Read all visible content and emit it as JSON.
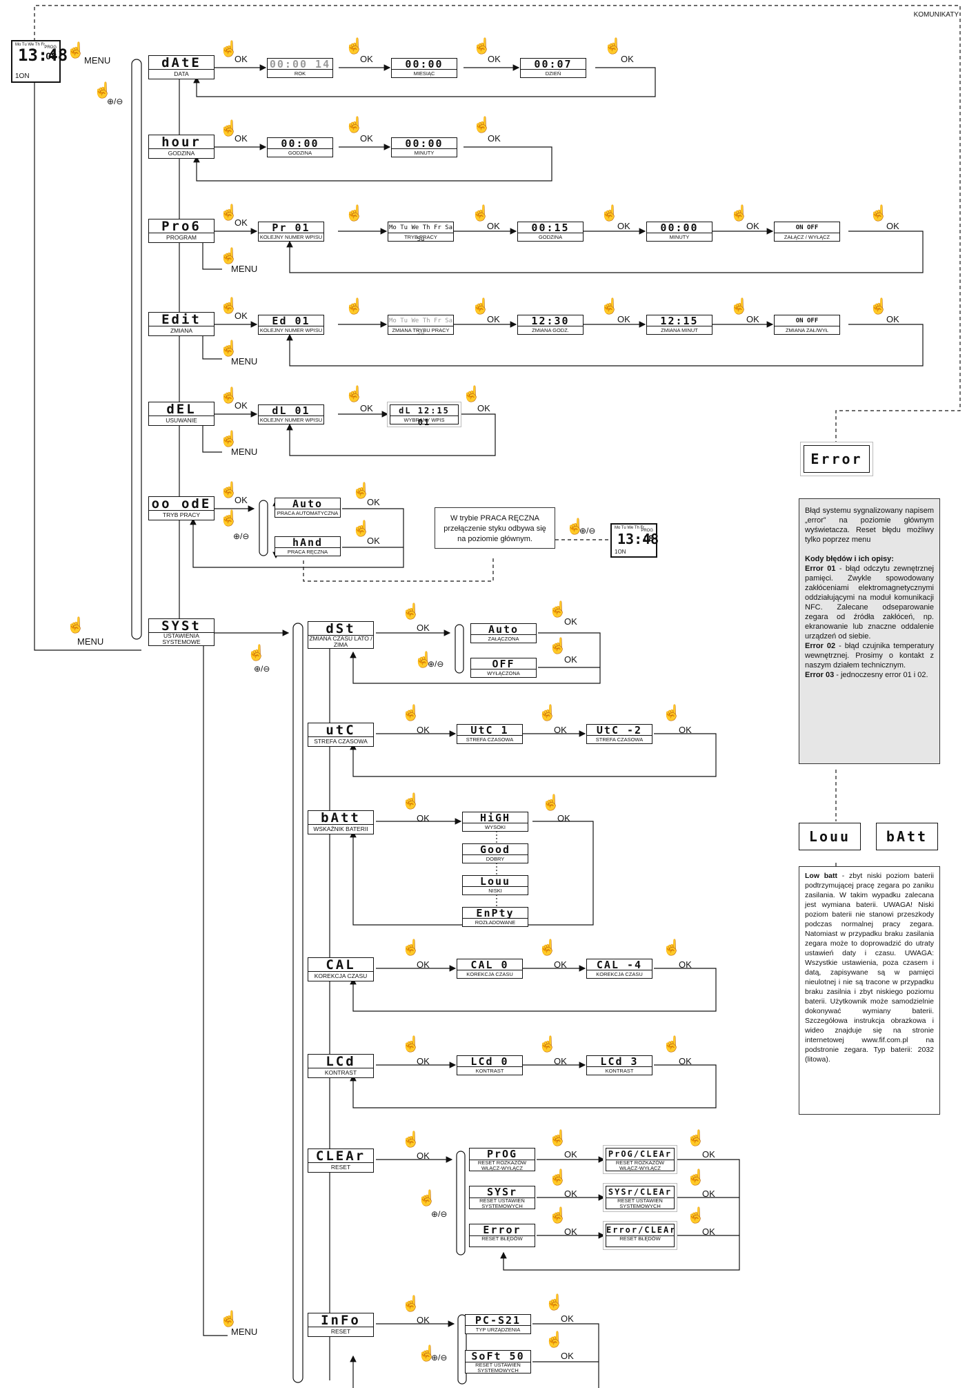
{
  "corner_label": "KOMUNIKATY",
  "clock": {
    "days": "Mo Tu We Th Fr",
    "time": "13:48",
    "prog": "PROG",
    "num": "08",
    "foot": "1ON"
  },
  "labels": {
    "menu": "MENU",
    "ok": "OK",
    "plusminus": "⊕/⊖"
  },
  "menus": {
    "date": {
      "seg": "dAtE",
      "sub": "DATA"
    },
    "hour": {
      "seg": "hour",
      "sub": "GODZINA"
    },
    "prog": {
      "seg": "Pro6",
      "sub": "PROGRAM"
    },
    "edit": {
      "seg": "Edit",
      "sub": "ZMIANA"
    },
    "del": {
      "seg": "dEL",
      "sub": "USUWANIE"
    },
    "mode": {
      "seg": "oo odE",
      "sub": "TRYB PRACY"
    },
    "syst": {
      "seg": "SYSt",
      "sub": "USTAWIENIA SYSTEMOWE"
    }
  },
  "rows": {
    "date": [
      {
        "seg": "00:00 14",
        "sub": "ROK"
      },
      {
        "seg": "00:00",
        "sub": "MIESIĄC"
      },
      {
        "seg": "00:07",
        "sub": "DZIEŃ"
      }
    ],
    "hour": [
      {
        "seg": "00:00",
        "sub": "GODZINA"
      },
      {
        "seg": "00:00",
        "sub": "MINUTY"
      }
    ],
    "prog": [
      {
        "seg": "Pr 01",
        "sub": "KOLEJNY NUMER WPISU"
      },
      {
        "seg": "Mo Tu We Th Fr Sa Su",
        "sub": "TRYB PRACY"
      },
      {
        "seg": "00:15",
        "sub": "GODZINA"
      },
      {
        "seg": "00:00",
        "sub": "MINUTY"
      },
      {
        "seg": "ON OFF",
        "sub": "ZAŁĄCZ / WYŁĄCZ"
      }
    ],
    "edit": [
      {
        "seg": "Ed 01",
        "sub": "KOLEJNY NUMER WPISU"
      },
      {
        "seg": "Mo Tu We Th Fr Sa Su",
        "sub": "ZMIANA TRYBU PRACY"
      },
      {
        "seg": "12:30",
        "sub": "ZMIANA GODZ."
      },
      {
        "seg": "12:15",
        "sub": "ZMIANA MINUT"
      },
      {
        "seg": "ON OFF",
        "sub": "ZMIANA ZAŁ/WYŁ"
      }
    ],
    "del": [
      {
        "seg": "dL 01",
        "sub": "KOLEJNY NUMER WPISU"
      },
      {
        "seg": "dL 12:15 01",
        "sub": "WYBRANY WPIS"
      }
    ],
    "mode": [
      {
        "seg": "Auto",
        "sub": "PRACA AUTOMATYCZNA"
      },
      {
        "seg": "hAnd",
        "sub": "PRACA RĘCZNA"
      }
    ]
  },
  "manual_note": "W trybie PRACA RĘCZNA przełączenie styku odbywa się na poziomie głównym.",
  "sys_menus": {
    "dst": {
      "seg": "dSt",
      "sub": "ZMIANA CZASU LATO / ZIMA"
    },
    "utc": {
      "seg": "utC",
      "sub": "STREFA CZASOWA"
    },
    "batt": {
      "seg": "bAtt",
      "sub": "WSKAŹNIK BATERII"
    },
    "cal": {
      "seg": "CAL",
      "sub": "KOREKCJA CZASU"
    },
    "lcd": {
      "seg": "LCd",
      "sub": "KONTRAST"
    },
    "clear": {
      "seg": "CLEAr",
      "sub": "RESET"
    },
    "info": {
      "seg": "InFo",
      "sub": "RESET"
    }
  },
  "sys_rows": {
    "dst": [
      {
        "seg": "Auto",
        "sub": "ZAŁĄCZONA"
      },
      {
        "seg": "OFF",
        "sub": "WYŁĄCZONA"
      }
    ],
    "utc": [
      {
        "seg": "UtC 1",
        "sub": "STREFA CZASOWA"
      },
      {
        "seg": "UtC -2",
        "sub": "STREFA CZASOWA"
      }
    ],
    "batt": [
      {
        "seg": "HiGH",
        "sub": "WYSOKI"
      },
      {
        "seg": "Good",
        "sub": "DOBRY"
      },
      {
        "seg": "Louu",
        "sub": "NISKI"
      },
      {
        "seg": "EnPty",
        "sub": "ROZŁADOWANE"
      }
    ],
    "cal": [
      {
        "seg": "CAL 0",
        "sub": "KOREKCJA CZASU"
      },
      {
        "seg": "CAL -4",
        "sub": "KOREKCJA CZASU"
      }
    ],
    "lcd": [
      {
        "seg": "LCd 0",
        "sub": "KONTRAST"
      },
      {
        "seg": "LCd 3",
        "sub": "KONTRAST"
      }
    ],
    "clear": [
      {
        "seg": "PrOG",
        "sub": "RESET ROZKAZÓW WŁĄCZ-WYŁĄCZ"
      },
      {
        "seg": "SYSr",
        "sub": "RESET USTAWIEŃ SYSTEMOWYCH"
      },
      {
        "seg": "Error",
        "sub": "RESET BŁĘDÓW"
      }
    ],
    "clear_confirm": [
      {
        "seg": "PrOG/CLEAr",
        "sub": "RESET ROZKAZÓW WŁĄCZ-WYŁĄCZ"
      },
      {
        "seg": "SYSr/CLEAr",
        "sub": "RESET USTAWIEŃ SYSTEMOWYCH"
      },
      {
        "seg": "Error/CLEAr",
        "sub": "RESET BŁĘDÓW"
      }
    ],
    "info": [
      {
        "seg": "PC-S21",
        "sub": "TYP URZĄDZENIA"
      },
      {
        "seg": "SoFt 50",
        "sub": "RESET USTAWIEŃ SYSTEMOWYCH"
      }
    ]
  },
  "error_display": "Error",
  "error_text": {
    "intro": "Błąd systemu sygnalizowany napisem „error” na poziomie głównym wyświetacza. Reset błędu możliwy tylko poprzez menu",
    "heading": "Kody błędów i ich opisy:",
    "e1_code": "Error 01",
    "e1": " - błąd odczytu zewnętrznej pamięci. Zwykle spowodowany zakłóceniami elektromagnetycznymi oddziałującymi na moduł komunikacji NFC. Zalecane odseparowanie zegara od źródła zakłóceń, np. ekranowanie lub znaczne oddalenie urządzeń od siebie.",
    "e2_code": "Error 02",
    "e2": " - błąd czujnika temperatury wewnętrznej. Prosimy o kontakt z naszym działem technicznym.",
    "e3_code": "Error 03",
    "e3": " - jednoczesny error 01 i 02."
  },
  "low_display": "Louu",
  "batt_display": "bAtt",
  "low_text": {
    "code": "Low batt",
    "body": " - zbyt niski poziom baterii podtrzymującej pracę zegara po zaniku zasilania. W takim wypadku zalecana jest wymiana baterii. UWAGA! Niski poziom baterii nie stanowi przeszkody podczas normalnej pracy zegara. Natomiast w przypadku braku zasilania zegara może to doprowadzić do utraty ustawień daty i czasu. UWAGA: Wszystkie ustawienia, poza czasem i datą, zapisywane są w pamięci nieulotnej i nie są tracone w przypadku braku zasilnia i zbyt niskiego poziomu baterii. Użytkownik może samodzielnie dokonywać wymiany baterii. Szczegółowa instrukcja obrazkowa i wideo znajduje się na stronie internetowej www.fif.com.pl na podstronie zegara. Typ baterii: 2032 (litowa)."
  }
}
